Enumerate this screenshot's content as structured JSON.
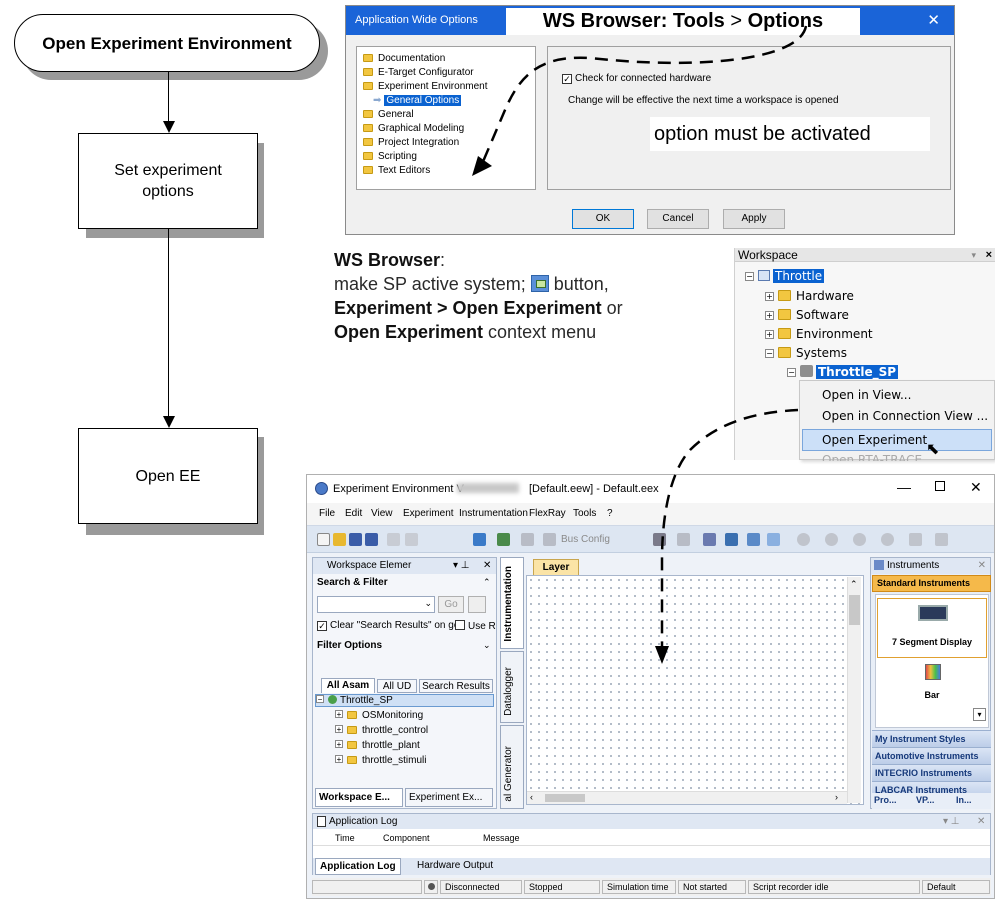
{
  "flowchart": {
    "start": "Open Experiment Environment",
    "step1": "Set experiment options",
    "step2": "Open EE"
  },
  "options_dialog": {
    "title": "Application Wide Options",
    "callout_bold1": "WS Browser: Tools",
    "callout_sep": " > ",
    "callout_bold2": "Options",
    "tree": [
      "Documentation",
      "E-Target Configurator",
      "Experiment Environment",
      "General Options",
      "General",
      "Graphical Modeling",
      "Project Integration",
      "Scripting",
      "Text Editors"
    ],
    "checkbox_label": "Check for connected hardware",
    "note": "Change will be effective the next time a workspace is opened",
    "annotation": "option must be activated",
    "ok": "OK",
    "cancel": "Cancel",
    "apply": "Apply"
  },
  "ws_instructions": {
    "title": "WS Browser",
    "colon": ":",
    "line2_a": "make SP active system;",
    "line2_b": "button,",
    "line3_bold": "Experiment > Open Experiment",
    "line3_rest": " or",
    "line4_bold": "Open Experiment",
    "line4_rest": " context menu"
  },
  "workspace_panel": {
    "title": "Workspace",
    "root": "Throttle",
    "items": [
      "Hardware",
      "Software",
      "Environment",
      "Systems"
    ],
    "selected": "Throttle_SP",
    "context_menu": [
      "Open in View...",
      "Open in Connection View ...",
      "Open Experiment",
      "Open RTA-TRACE"
    ]
  },
  "experiment_env": {
    "title": "Experiment Environment V",
    "title_file": "[Default.eew] - Default.eex",
    "menu": [
      "File",
      "Edit",
      "View",
      "Experiment",
      "Instrumentation",
      "FlexRay",
      "Tools",
      "?"
    ],
    "bus_config": "Bus Config",
    "left_panel_title": "Workspace Elemer",
    "search_filter": "Search & Filter",
    "go": "Go",
    "clear_results": "Clear \"Search Results\" on go",
    "use_re": "Use Re",
    "filter_options": "Filter Options",
    "tabs": [
      "All Asam",
      "All UD",
      "Search Results"
    ],
    "tree_root": "Throttle_SP",
    "tree_items": [
      "OSMonitoring",
      "throttle_control",
      "throttle_plant",
      "throttle_stimuli"
    ],
    "bottom_tabs": [
      "Workspace E...",
      "Experiment Ex..."
    ],
    "vertical_tabs": [
      "Instrumentation",
      "Datalogger",
      "al Generator"
    ],
    "layer_tab": "Layer",
    "instruments_title": "Instruments",
    "standard_instruments": "Standard Instruments",
    "instrument_1": "7 Segment Display",
    "instrument_2": "Bar",
    "instrument_sections": [
      "My Instrument Styles",
      "Automotive Instruments",
      "INTECRIO Instruments",
      "LABCAR Instruments"
    ],
    "instr_bottom": [
      "Pro...",
      "VP...",
      "In..."
    ],
    "app_log_title": "Application Log",
    "log_columns": [
      "Time",
      "Component",
      "Message"
    ],
    "log_tabs": [
      "Application Log",
      "Hardware Output"
    ],
    "status": [
      "Disconnected",
      "Stopped",
      "Simulation time",
      "Not started",
      "Script recorder idle",
      "Default"
    ]
  }
}
